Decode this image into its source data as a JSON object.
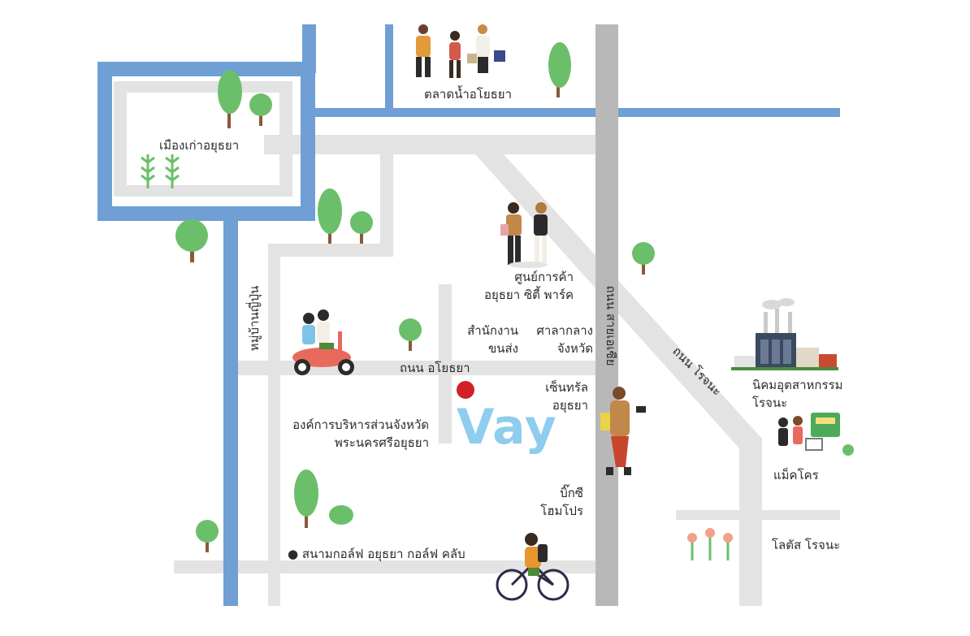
{
  "colors": {
    "river": "#6f9fd4",
    "road_light": "#e3e3e3",
    "highway": "#b8b8b8",
    "tree_green": "#6cbf6a",
    "trunk": "#8a5a3a",
    "pin": "#d12127",
    "brand": "#8fcdee",
    "label_text": "#2b2b2b"
  },
  "brand_text": "Vay",
  "labels": {
    "old_city": "เมืองเก่าอยุธยา",
    "floating_market": "ตลาดน้ำอโยธยา",
    "japanese_village": "หมู่บ้านญี่ปุ่น",
    "city_park_line1": "ศูนย์การค้า",
    "city_park_line2": "อยุธยา ซิตี้ พาร์ค",
    "transport_office_line1": "สำนักงาน",
    "transport_office_line2": "ขนส่ง",
    "city_hall_line1": "ศาลากลาง",
    "city_hall_line2": "จังหวัด",
    "asian_highway": "ถนน สายเอเซีย",
    "rojana_road": "ถนน โรจนะ",
    "ayothaya_road": "ถนน อโยธยา",
    "central_line1": "เซ็นทรัล",
    "central_line2": "อยุธยา",
    "pao_line1": "องค์การบริหารส่วนจังหวัด",
    "pao_line2": "พระนครศรีอยุธยา",
    "industrial_line1": "นิคมอุตสาหกรรม",
    "industrial_line2": "โรจนะ",
    "makro": "แม็คโคร",
    "bigc_line1": "บิ๊กซี",
    "bigc_line2": "โฮมโปร",
    "lotus": "โลตัส โรจนะ",
    "golf": "● สนามกอล์ฟ อยุธยา กอล์ฟ คลับ"
  },
  "icons": [
    "tree-icon",
    "pin-icon",
    "shoppers-icon",
    "couple-icon",
    "scooter-riders-icon",
    "walking-woman-icon",
    "cyclist-icon",
    "factory-icon",
    "shopping-cart-icon",
    "flower-icon",
    "bush-icon",
    "plant-sprout-icon"
  ]
}
